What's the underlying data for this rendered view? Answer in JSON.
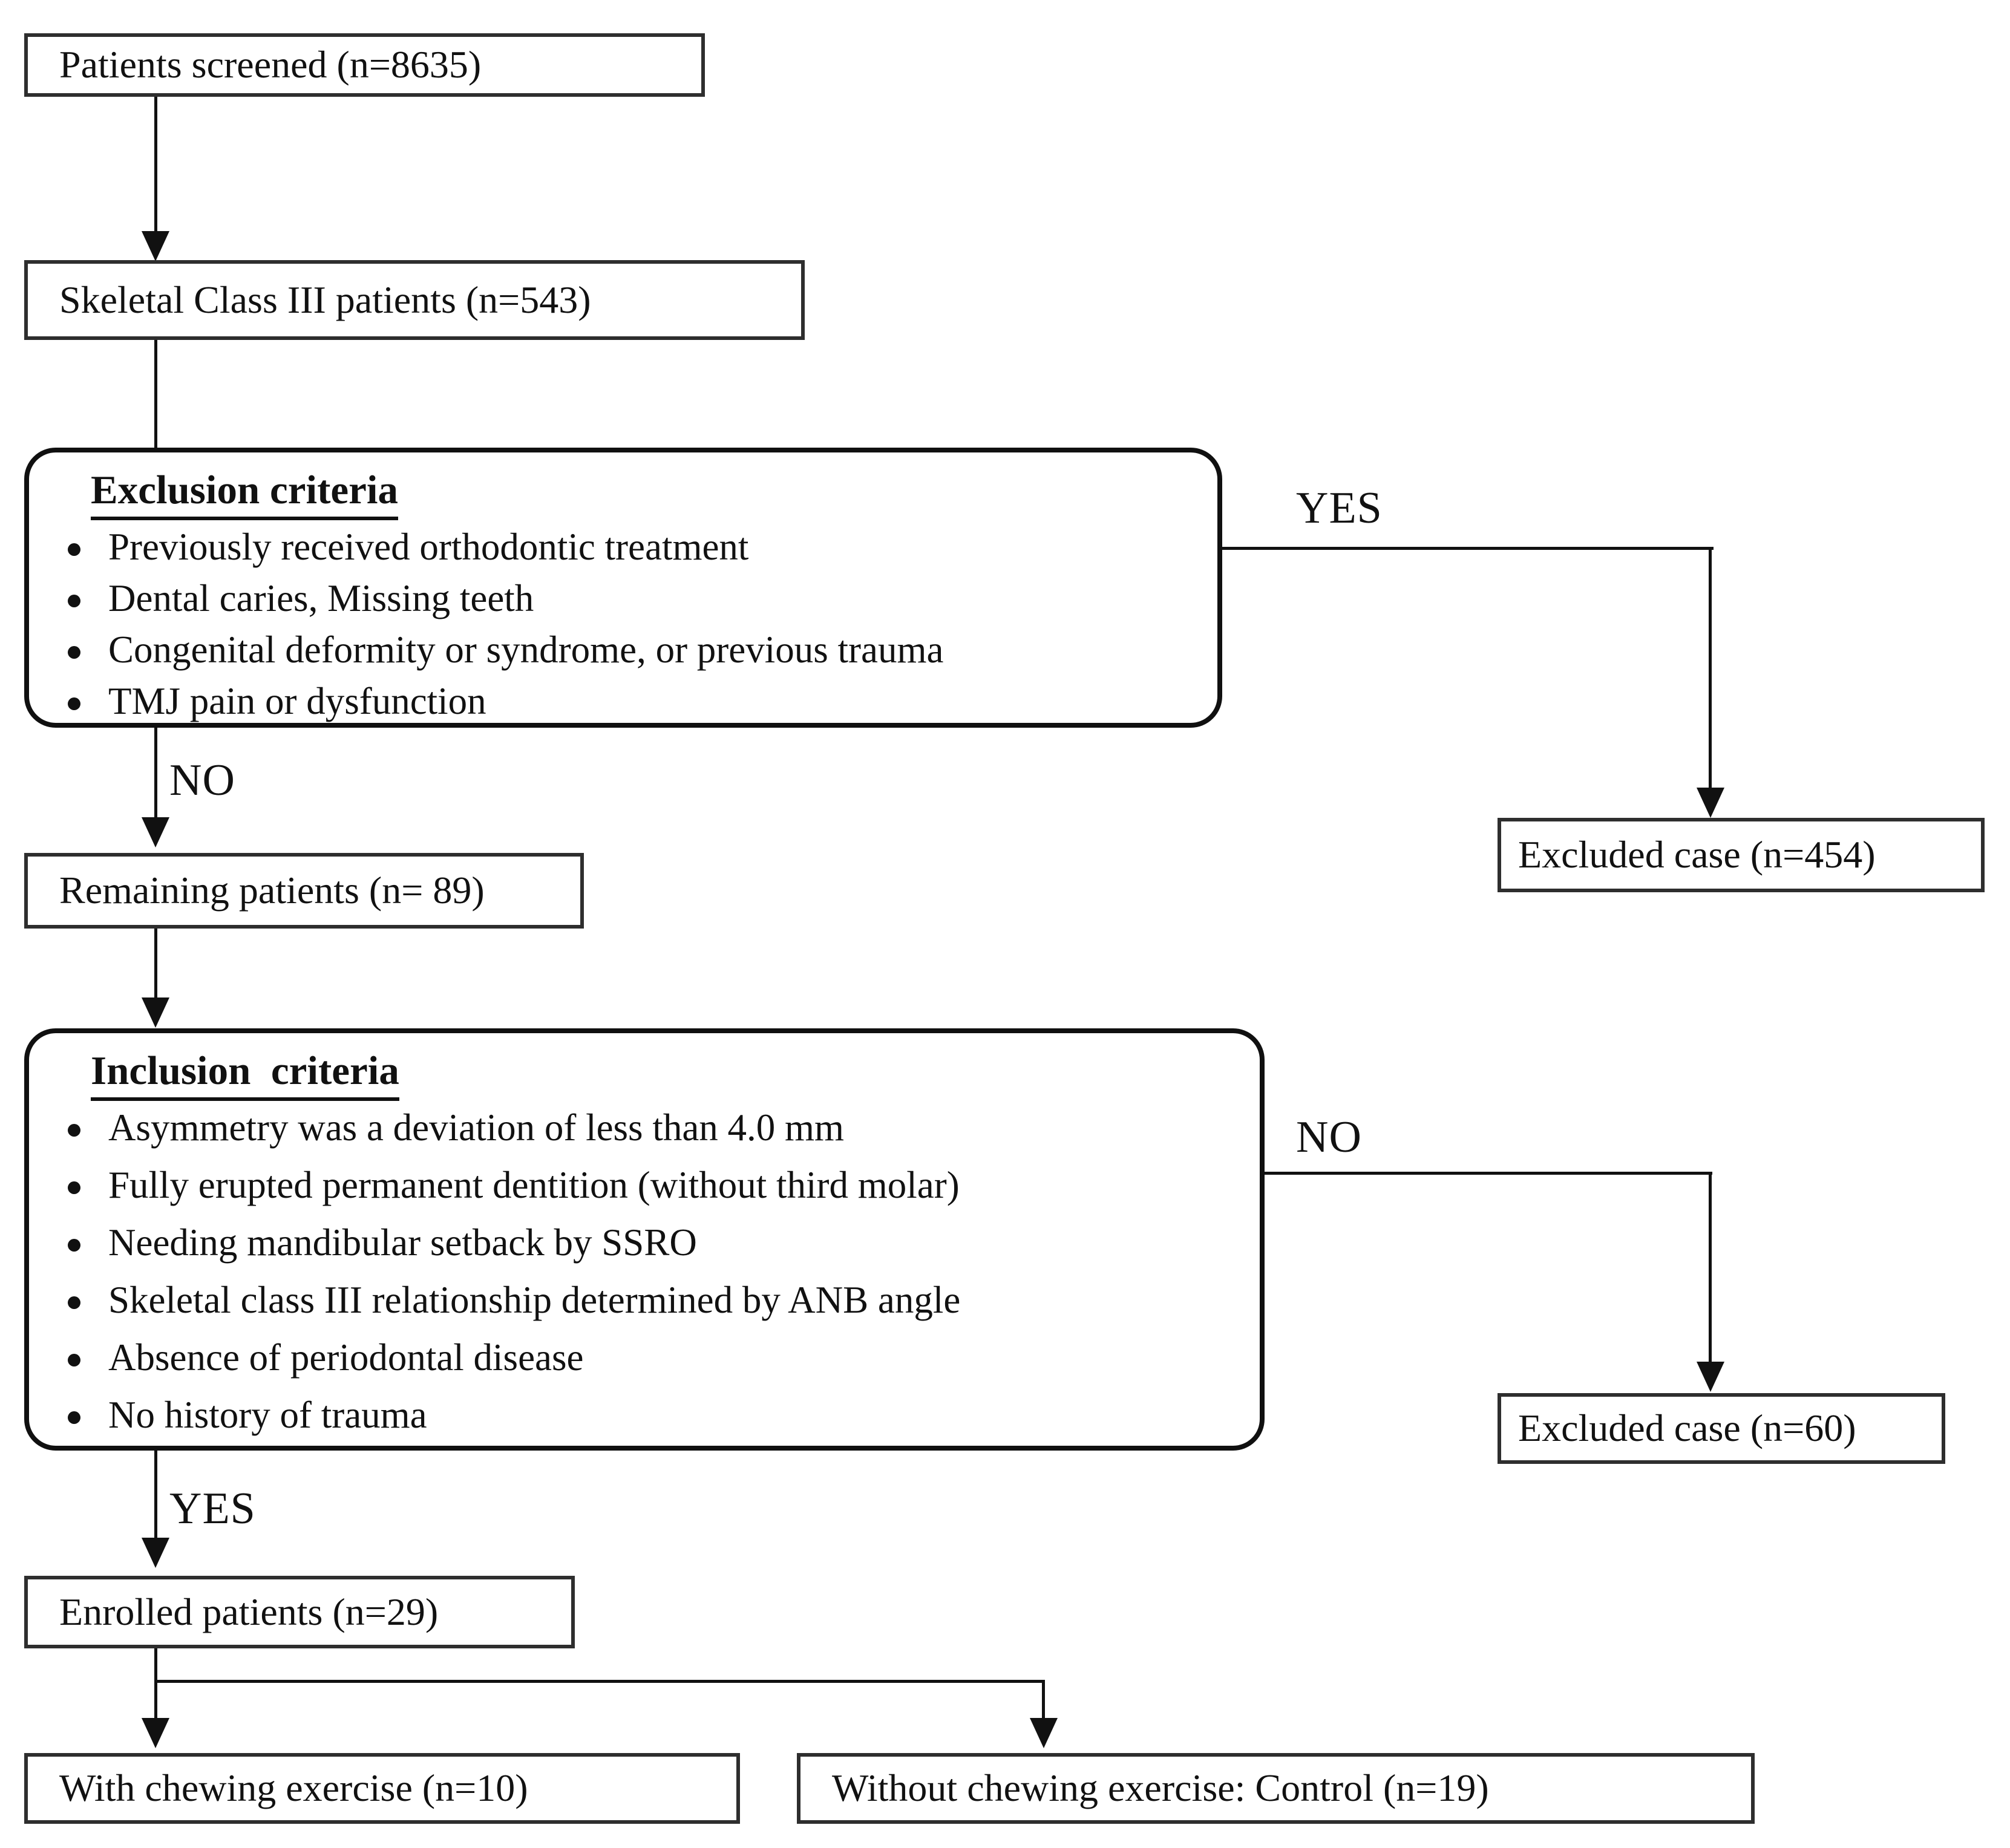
{
  "boxes": {
    "screened": {
      "label": "Patients screened (n=8635)"
    },
    "class3": {
      "label": "Skeletal Class III patients (n=543)"
    },
    "exclusion": {
      "title": "Exclusion criteria",
      "bullets": [
        "Previously received orthodontic treatment",
        "Dental caries, Missing teeth",
        "Congenital deformity or syndrome, or previous trauma",
        "TMJ pain or dysfunction"
      ]
    },
    "excluded454": {
      "label": "Excluded case (n=454)"
    },
    "remaining": {
      "label": "Remaining patients (n= 89)"
    },
    "inclusion": {
      "title": "Inclusion  criteria",
      "bullets": [
        "Asymmetry was a deviation of less than 4.0 mm",
        "Fully erupted permanent dentition (without third molar)",
        "Needing mandibular setback by SSRO",
        "Skeletal class III relationship determined by ANB angle",
        "Absence of periodontal disease",
        "No history of trauma"
      ]
    },
    "excluded60": {
      "label": "Excluded case (n=60)"
    },
    "enrolled": {
      "label": "Enrolled patients (n=29)"
    },
    "with_chew": {
      "label": "With chewing exercise (n=10)"
    },
    "without_chew": {
      "label": "Without chewing exercise: Control (n=19)"
    }
  },
  "branch_labels": {
    "yes_exclusion": "YES",
    "no_exclusion": "NO",
    "no_inclusion": "NO",
    "yes_inclusion": "YES"
  },
  "colors": {
    "line": "#111111",
    "box_border": "#2e2e2e",
    "background": "#ffffff"
  }
}
